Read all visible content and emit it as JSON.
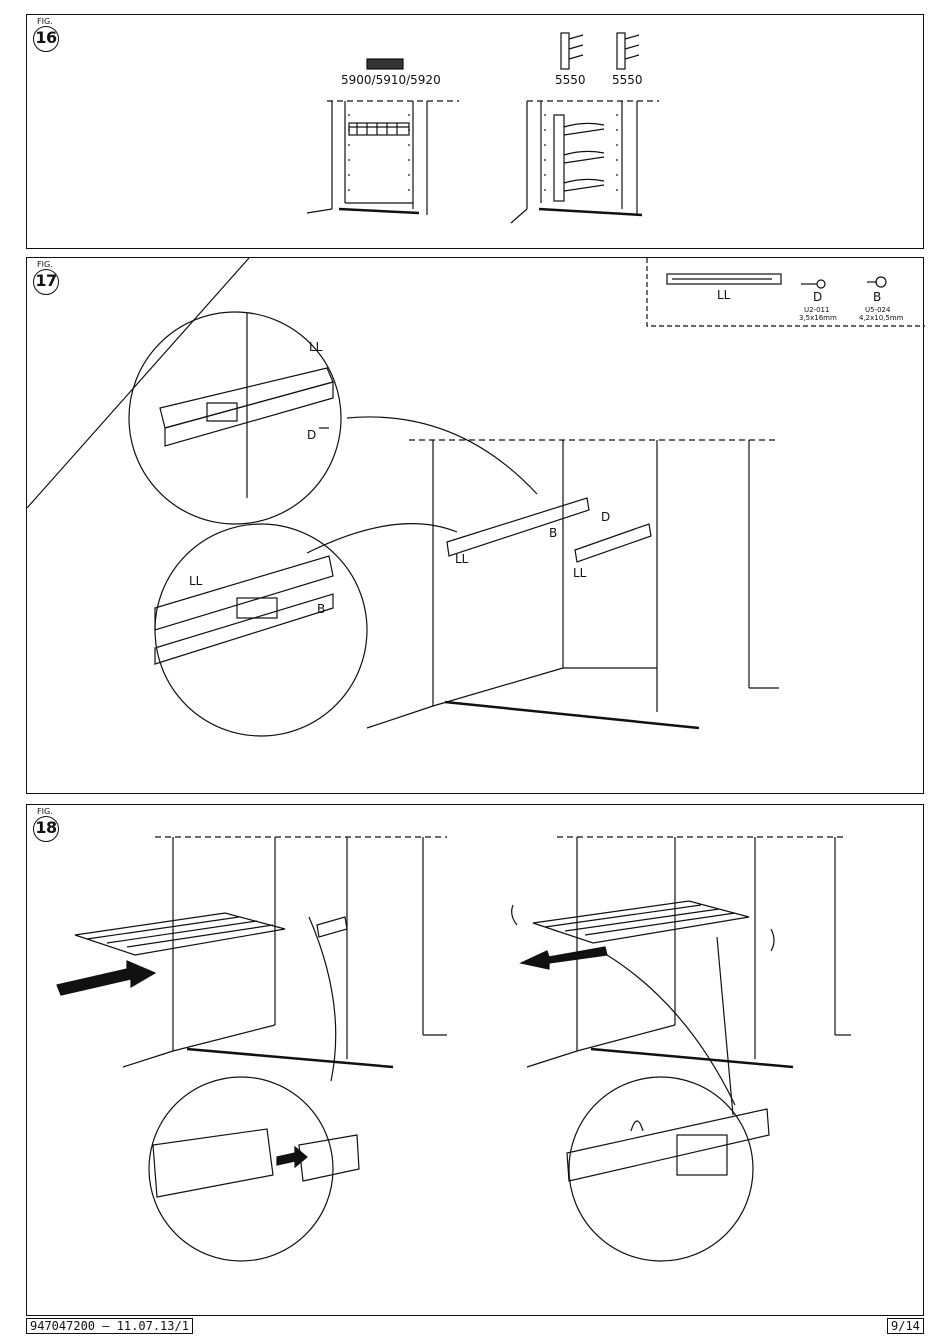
{
  "fig16": {
    "fig_label": "FIG.",
    "fig_number": "16",
    "part_left": "5900/5910/5920",
    "part_right_a": "5550",
    "part_right_b": "5550"
  },
  "fig17": {
    "fig_label": "FIG.",
    "fig_number": "17",
    "parts": {
      "ll": "LL",
      "d": "D",
      "d_code": "U2-011",
      "d_size": "3,5x16mm",
      "b": "B",
      "b_code": "U5-024",
      "b_size": "4,2x10,5mm"
    },
    "callouts": {
      "zoom_top_ll": "LL",
      "zoom_top_d": "D",
      "zoom_bottom_ll": "LL",
      "zoom_bottom_b": "B",
      "main_ll_left": "LL",
      "main_ll_right": "LL",
      "main_b": "B",
      "main_d": "D"
    }
  },
  "fig18": {
    "fig_label": "FIG.",
    "fig_number": "18"
  },
  "footer": {
    "doc_code": "947047200 – 11.07.13/1",
    "page": "9/14"
  }
}
